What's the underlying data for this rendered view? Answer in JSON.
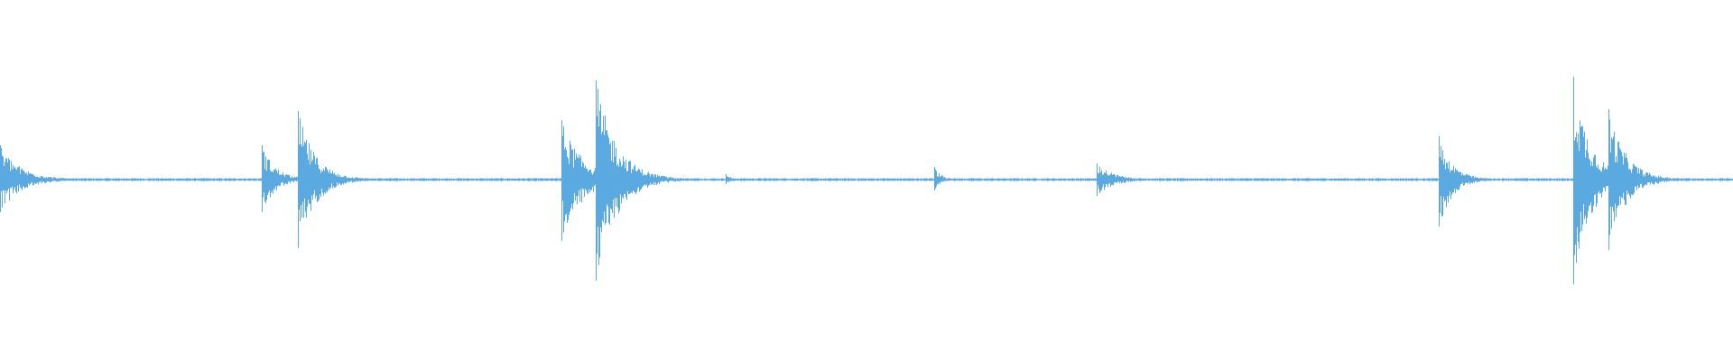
{
  "waveform": {
    "color": "#5aa9e0",
    "background": "#ffffff",
    "noise_amplitude": 0.012,
    "transients": [
      {
        "t": 0.0,
        "peak_up": 0.38,
        "peak_down": 0.36,
        "decay": 0.012
      },
      {
        "t": 0.151,
        "peak_up": 0.38,
        "peak_down": 0.36,
        "decay": 0.008
      },
      {
        "t": 0.172,
        "peak_up": 0.76,
        "peak_down": 0.76,
        "decay": 0.01
      },
      {
        "t": 0.324,
        "peak_up": 0.66,
        "peak_down": 0.68,
        "decay": 0.012
      },
      {
        "t": 0.344,
        "peak_up": 1.1,
        "peak_down": 1.12,
        "decay": 0.012
      },
      {
        "t": 0.419,
        "peak_up": 0.06,
        "peak_down": 0.05,
        "decay": 0.004
      },
      {
        "t": 0.539,
        "peak_up": 0.14,
        "peak_down": 0.12,
        "decay": 0.004
      },
      {
        "t": 0.633,
        "peak_up": 0.18,
        "peak_down": 0.18,
        "decay": 0.01
      },
      {
        "t": 0.83,
        "peak_up": 0.48,
        "peak_down": 0.52,
        "decay": 0.008
      },
      {
        "t": 0.908,
        "peak_up": 1.14,
        "peak_down": 1.16,
        "decay": 0.01
      },
      {
        "t": 0.916,
        "peak_up": 0.18,
        "peak_down": 0.16,
        "decay": 0.006
      },
      {
        "t": 0.928,
        "peak_up": 0.78,
        "peak_down": 0.78,
        "decay": 0.01
      }
    ]
  }
}
